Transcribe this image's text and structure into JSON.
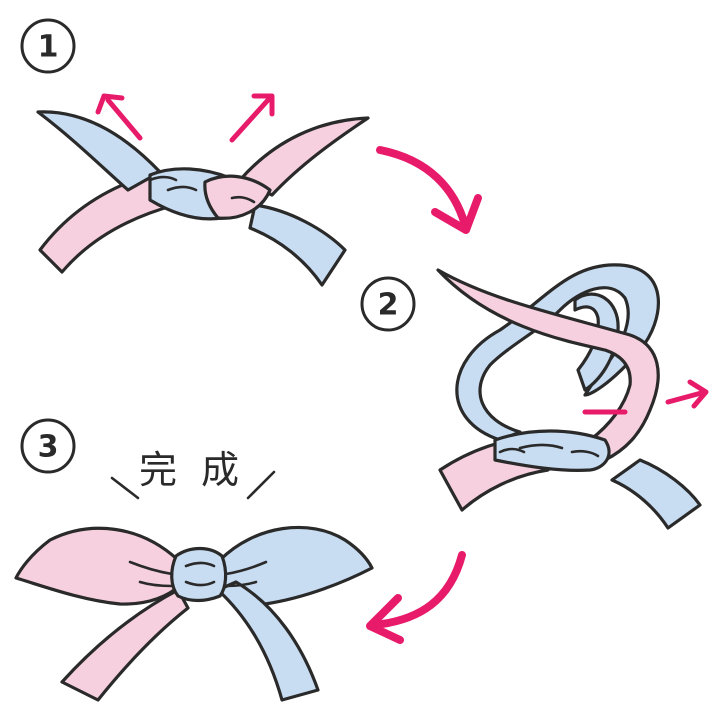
{
  "steps": [
    {
      "number": "1"
    },
    {
      "number": "2"
    },
    {
      "number": "3"
    }
  ],
  "completion_label": "完 成",
  "colors": {
    "pink_ribbon": "#f6d0de",
    "blue_ribbon": "#c8dcf2",
    "arrow": "#e81b6b",
    "outline": "#2a2a2a"
  },
  "icons": [
    "ribbon-twist",
    "ribbon-loop",
    "ribbon-bow",
    "curved-arrow",
    "pull-arrow"
  ]
}
